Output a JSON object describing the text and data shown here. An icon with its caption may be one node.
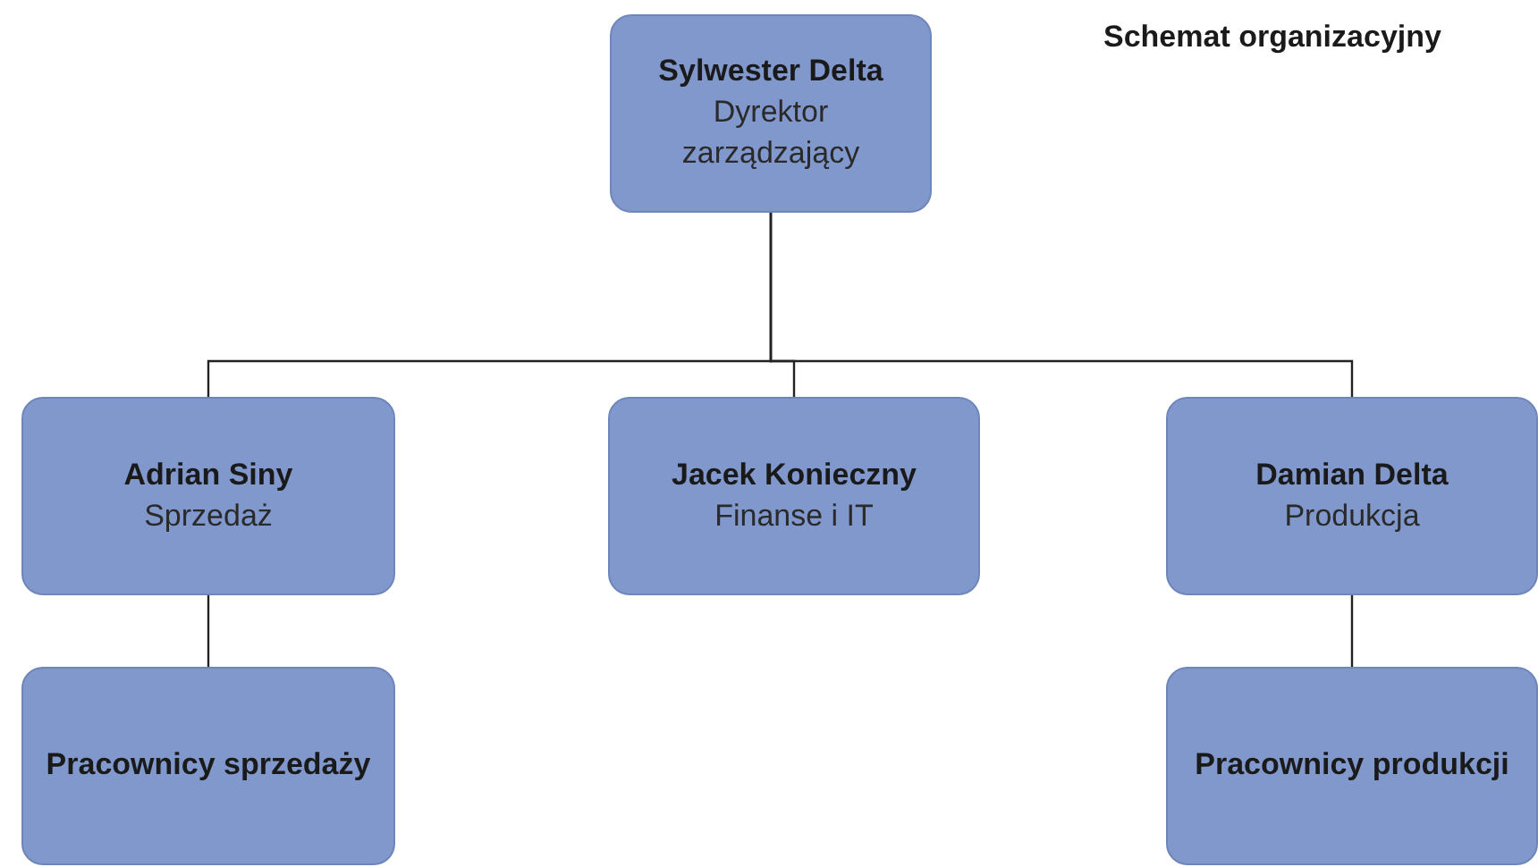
{
  "diagram": {
    "title": "Schemat organizacyjny",
    "nodes": [
      {
        "text": [
          "Sylwester Delta",
          "Dyrektor zarządzający"
        ]
      },
      {
        "text": [
          "Adrian Siny",
          "Sprzedaż"
        ]
      },
      {
        "text": [
          "Jacek Konieczny",
          "Finanse i IT"
        ]
      },
      {
        "text": [
          "Damian Delta",
          "Produkcja"
        ]
      },
      {
        "text": [
          "Pracownicy sprzedaży"
        ]
      },
      {
        "text": [
          "Pracownicy produkcji"
        ]
      }
    ],
    "edges": [
      {
        "from": 0,
        "to": 1,
        "arrow": "none"
      },
      {
        "from": 0,
        "to": 2,
        "arrow": "none"
      },
      {
        "from": 0,
        "to": 3,
        "arrow": "none"
      },
      {
        "from": 1,
        "to": 4,
        "arrow": "none"
      },
      {
        "from": 3,
        "to": 5,
        "arrow": "none"
      }
    ]
  }
}
